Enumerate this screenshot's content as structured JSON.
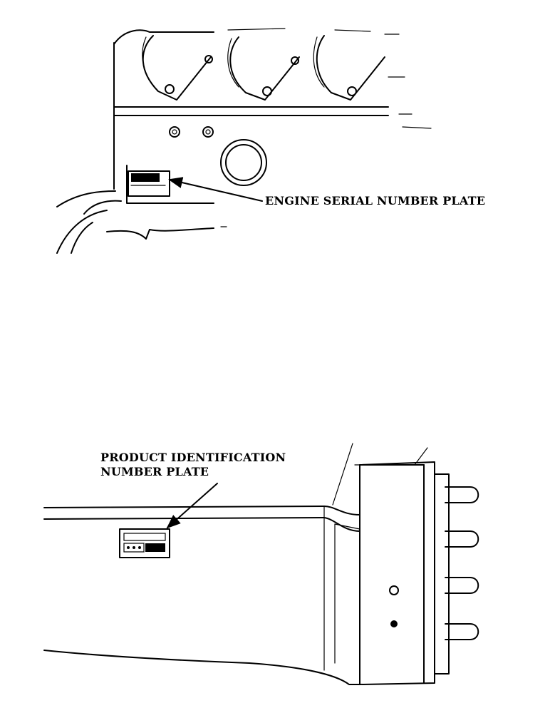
{
  "figure_top": {
    "callout": "ENGINE SERIAL NUMBER PLATE"
  },
  "figure_bottom": {
    "callout_line1": "PRODUCT IDENTIFICATION",
    "callout_line2": "NUMBER PLATE"
  }
}
